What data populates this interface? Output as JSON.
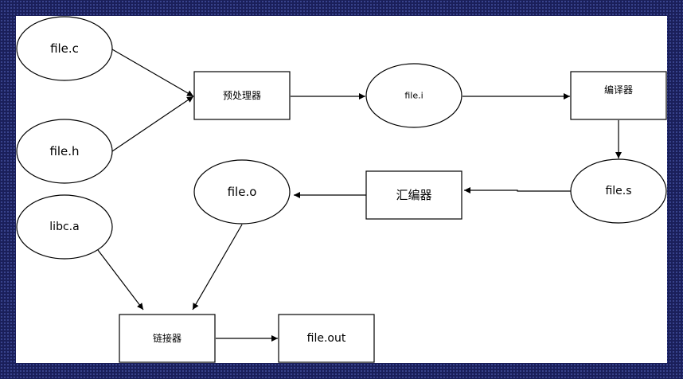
{
  "diagram": {
    "nodes": {
      "file_c": "file.c",
      "file_h": "file.h",
      "libc_a": "libc.a",
      "preprocessor": "预处理器",
      "file_i": "file.i",
      "compiler": "编译器",
      "file_s": "file.s",
      "assembler": "汇编器",
      "file_o": "file.o",
      "linker": "链接器",
      "file_out": "file.out"
    }
  }
}
